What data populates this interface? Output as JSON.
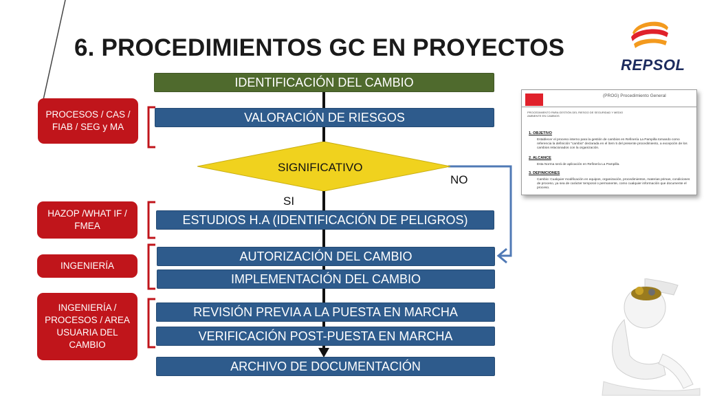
{
  "title": "6.  PROCEDIMIENTOS GC EN PROYECTOS",
  "logo": {
    "text": "REPSOL"
  },
  "flow": {
    "steps": [
      "IDENTIFICACIÓN  DEL CAMBIO",
      "VALORACIÓN  DE RIESGOS",
      "ESTUDIOS H.A (IDENTIFICACIÓN DE PELIGROS)",
      "AUTORIZACIÓN DEL CAMBIO",
      "IMPLEMENTACIÓN DEL CAMBIO",
      "REVISIÓN PREVIA A LA PUESTA EN MARCHA",
      "VERIFICACIÓN POST-PUESTA EN MARCHA",
      "ARCHIVO DE DOCUMENTACIÓN"
    ],
    "decision": "SIGNIFICATIVO",
    "yes_label": "SI",
    "no_label": "NO"
  },
  "tags": [
    "PROCESOS / CAS / FIAB / SEG y MA",
    "HAZOP /WHAT IF / FMEA",
    "INGENIERÍA",
    "INGENIERÍA / PROCESOS / AREA USUARIA DEL CAMBIO"
  ],
  "document": {
    "title": "(PROG) Procedimiento General",
    "subtitle": "PROCEDIMIENTO PARA GESTIÓN DEL RIESGO DE SEGURIDAD Y MEDIO AMBIENTE EN CAMBIOS",
    "sections": [
      {
        "heading": "1.   OBJETIVO",
        "body": "Establecer el proceso interno para la gestión de cambios en Refinería La Pampilla tomando como referencia la definición \"cambio\" declarada en el ítem 5 del presente procedimiento, a excepción de los cambios relacionados con la organización."
      },
      {
        "heading": "2.   ALCANCE",
        "body": "Esta Norma será de aplicación en Refinería La Pampilla."
      },
      {
        "heading": "3.   DEFINICIONES",
        "body": "Cambio: Cualquier modificación en equipos, organización, procedimientos, materias primas, condiciones de proceso, ya sea de carácter temporal o permanente, como cualquier información que documente el proceso."
      }
    ]
  },
  "colors": {
    "step_blue": "#2e5b8c",
    "step_green": "#4f6a2d",
    "decision_yellow": "#f0d21e",
    "tag_red": "#c0151b",
    "bracket_red": "#c0151b",
    "no_arrow_blue": "#4f79b5",
    "logo_orange": "#f39a1e",
    "logo_red": "#e0212b",
    "logo_navy": "#1c2b5e"
  }
}
